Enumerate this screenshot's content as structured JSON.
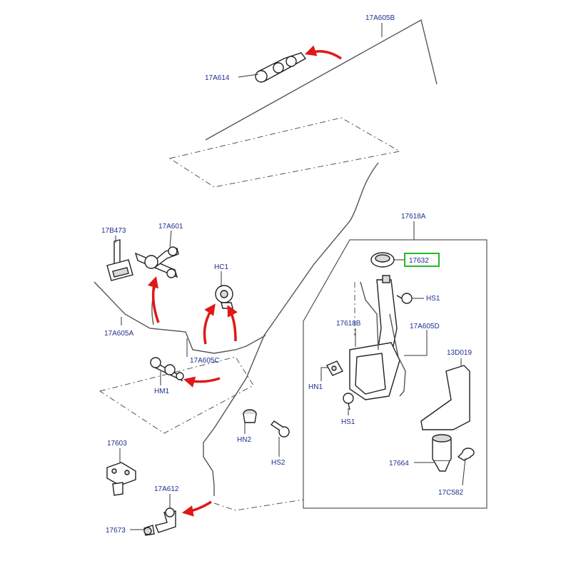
{
  "colors": {
    "label": "#1f2f8f",
    "arrow": "#e01818",
    "highlight": "#22bb22",
    "line": "#333333"
  },
  "labels": {
    "l17A605B": "17A605B",
    "l17A614": "17A614",
    "l17B473": "17B473",
    "l17A601": "17A601",
    "lHC1": "HC1",
    "l17A605A": "17A605A",
    "l17A605C": "17A605C",
    "lHM1": "HM1",
    "l17618A": "17618A",
    "l17632": "17632",
    "lHS1a": "HS1",
    "l17618B": "17618B",
    "l17A605D": "17A605D",
    "l13D019": "13D019",
    "lHN1": "HN1",
    "lHS1b": "HS1",
    "lHN2": "HN2",
    "lHS2": "HS2",
    "l17603": "17603",
    "l17664": "17664",
    "l17C582": "17C582",
    "l17A612": "17A612",
    "l17673": "17673"
  },
  "highlighted_part": "17632",
  "icons": {
    "arrow": "red-curved-arrow-icon"
  }
}
